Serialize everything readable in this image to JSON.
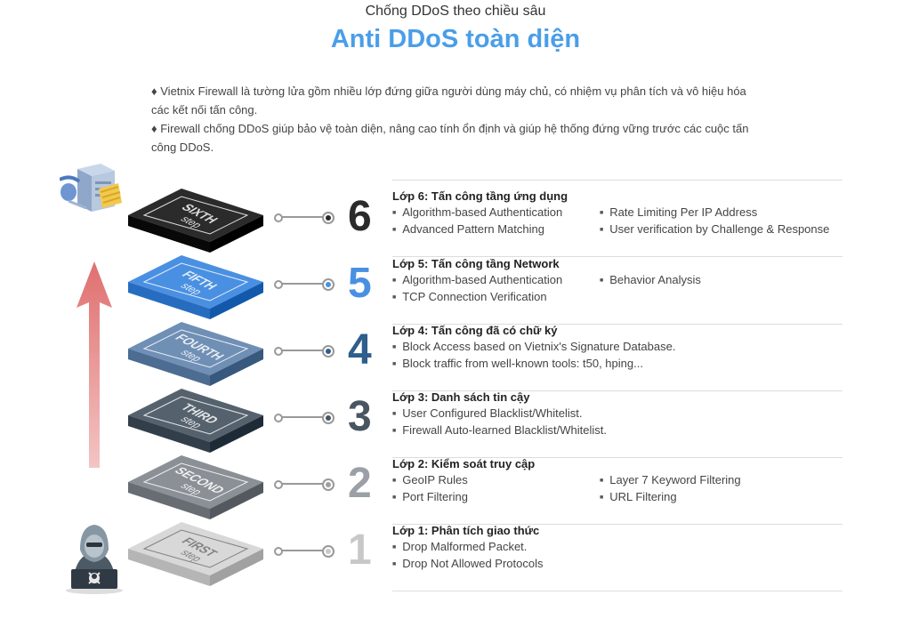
{
  "header": {
    "subtitle": "Chống DDoS theo chiều sâu",
    "title": "Anti DDoS toàn diện"
  },
  "intro": {
    "p1": "♦ Vietnix Firewall là tường lửa gồm nhiều lớp đứng giữa người dùng máy chủ, có nhiệm vụ phân tích và vô hiệu hóa các kết nối tấn công.",
    "p2": "♦ Firewall chống DDoS giúp bảo vệ toàn diện, nâng cao tính ổn định và giúp hệ thống đứng vững trước các cuộc tấn công DDoS."
  },
  "icons": {
    "server": "server-stack-icon",
    "hacker": "hacker-icon",
    "arrow": "up-arrow-icon"
  },
  "layers": [
    {
      "number": "6",
      "step_word": "SIXTH",
      "step_sub": "step",
      "title": "Lớp 6: Tấn công tầng ứng dụng",
      "items": [
        "Algorithm-based Authentication",
        "Rate Limiting Per IP Address",
        "Advanced Pattern Matching",
        "User verification by Challenge & Response"
      ],
      "color": "#2b2b2b",
      "num_color": "#2b2b2b"
    },
    {
      "number": "5",
      "step_word": "FIFTH",
      "step_sub": "step",
      "title": "Lớp 5: Tấn công tầng Network",
      "items": [
        "Algorithm-based Authentication",
        "Behavior Analysis",
        "TCP Connection Verification"
      ],
      "color": "#4a90e2",
      "num_color": "#4a90e2"
    },
    {
      "number": "4",
      "step_word": "FOURTH",
      "step_sub": "step",
      "title": "Lớp 4: Tấn công đã có chữ ký",
      "items": [
        "Block Access based on Vietnix's Signature Database.",
        "Block traffic from well-known tools: t50, hping..."
      ],
      "color": "#6f8fb5",
      "num_color": "#2f5d8c"
    },
    {
      "number": "3",
      "step_word": "THIRD",
      "step_sub": "step",
      "title": "Lớp 3: Danh sách tin cậy",
      "items": [
        "User Configured Blacklist/Whitelist.",
        "Firewall Auto-learned Blacklist/Whitelist."
      ],
      "color": "#55626e",
      "num_color": "#4a5560"
    },
    {
      "number": "2",
      "step_word": "SECOND",
      "step_sub": "step",
      "title": "Lớp 2: Kiểm soát truy cập",
      "items": [
        "GeoIP Rules",
        "Layer 7 Keyword Filtering",
        "Port Filtering",
        "URL Filtering"
      ],
      "color": "#8b9096",
      "num_color": "#9aa0a6"
    },
    {
      "number": "1",
      "step_word": "FIRST",
      "step_sub": "step",
      "title": "Lớp 1: Phân tích giao thức",
      "items": [
        "Drop Malformed Packet.",
        "Drop Not Allowed Protocols"
      ],
      "color": "#d8d8d8",
      "num_color": "#c8c8c8"
    }
  ]
}
